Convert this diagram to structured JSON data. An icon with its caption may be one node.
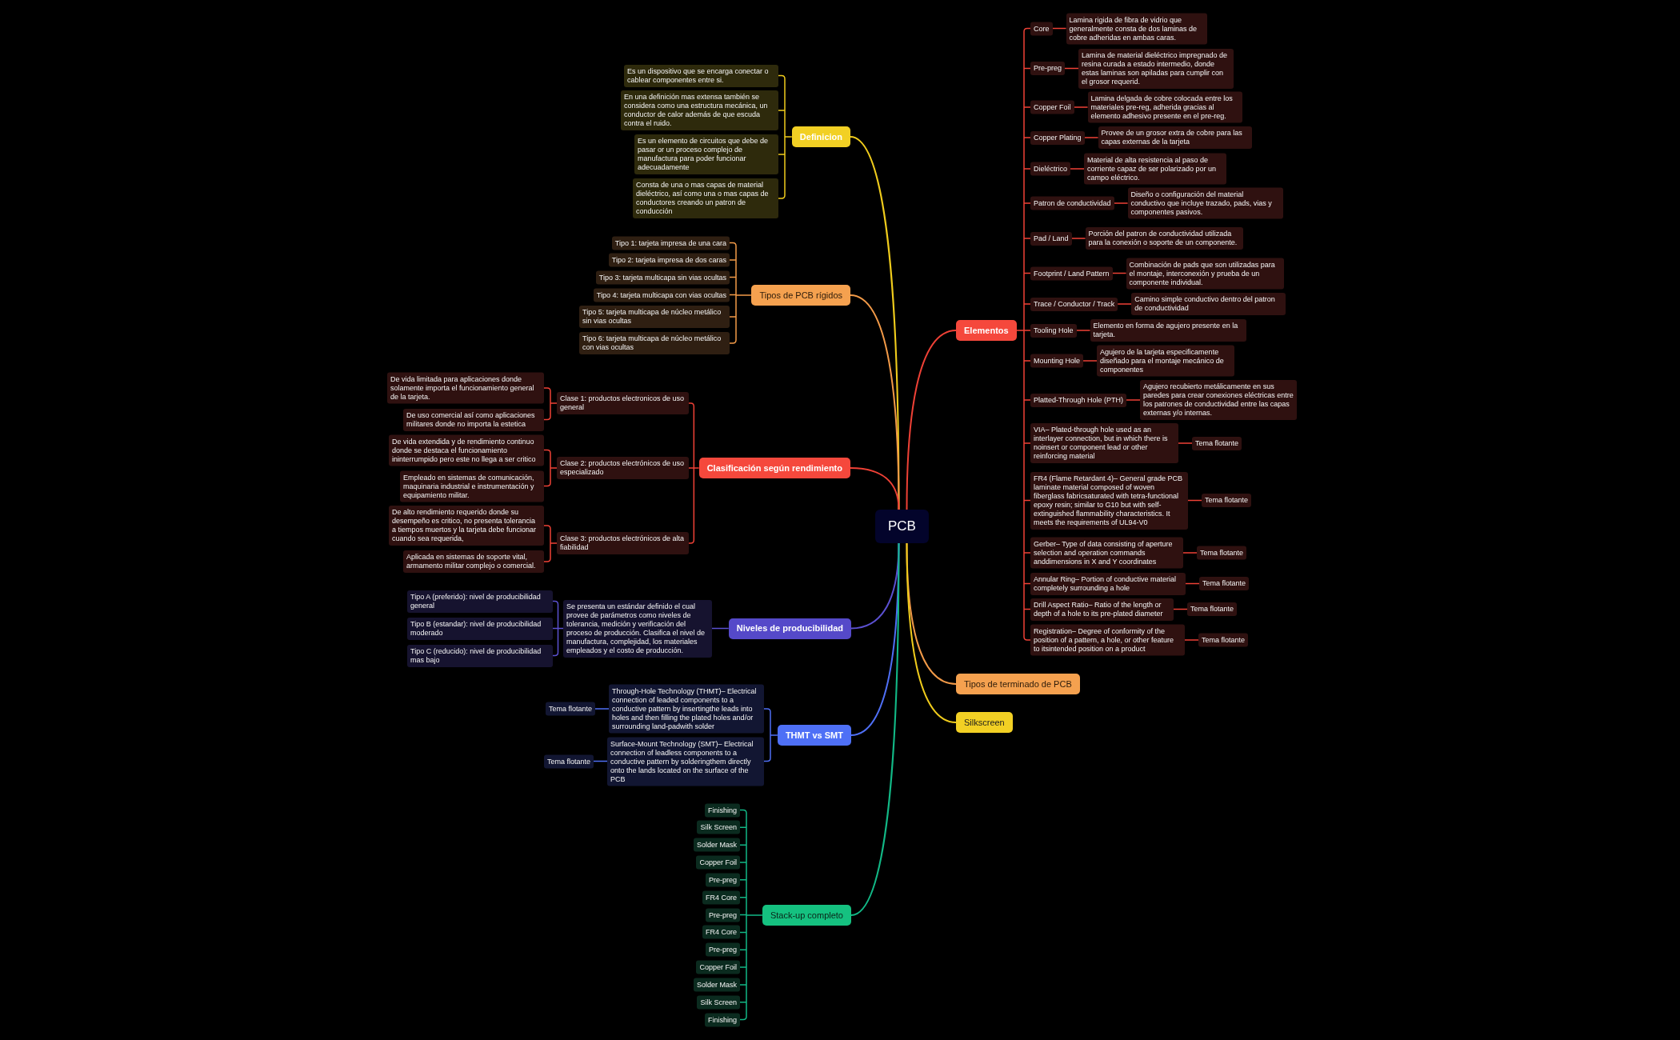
{
  "diagram": {
    "nodes": [
      {
        "text": [
          "PCB"
        ]
      },
      {
        "text": [
          "Definicion"
        ]
      },
      {
        "text": [
          "Es un dispositivo que se encarga conectar o cablear componentes entre si."
        ]
      },
      {
        "text": [
          "En una definición mas extensa también se considera como una estructura mecánica, un conductor de calor además de que escuda contra el ruido."
        ]
      },
      {
        "text": [
          "Es un elemento de circuitos que debe de pasar or un proceso complejo de manufactura para poder funcionar adecuadamente"
        ]
      },
      {
        "text": [
          "Consta de una o mas capas de material dieléctrico, así como una o mas capas de conductores creando un patron de conducción"
        ]
      },
      {
        "text": [
          "Tipos de PCB rígidos"
        ]
      },
      {
        "text": [
          "Tipo 1: tarjeta impresa de una cara"
        ]
      },
      {
        "text": [
          "Tipo 2: tarjeta impresa de dos caras"
        ]
      },
      {
        "text": [
          "Tipo 3: tarjeta multicapa sin vias ocultas"
        ]
      },
      {
        "text": [
          "Tipo 4: tarjeta multicapa con vias ocultas"
        ]
      },
      {
        "text": [
          "Tipo 5: tarjeta multicapa de núcleo metálico sin vias ocultas"
        ]
      },
      {
        "text": [
          "Tipo 6: tarjeta multicapa de núcleo metálico con vias ocultas"
        ]
      },
      {
        "text": [
          "Clasificación según rendimiento"
        ]
      },
      {
        "text": [
          "Clase 1: productos electronicos de uso general"
        ]
      },
      {
        "text": [
          "De vida limitada para aplicaciones donde solamente importa el funcionamiento general de la tarjeta."
        ]
      },
      {
        "text": [
          "De uso comercial así como aplicaciones militares donde no importa la estetica"
        ]
      },
      {
        "text": [
          "Clase 2: productos electrónicos de uso especializado"
        ]
      },
      {
        "text": [
          "De vida extendida y de rendimiento continuo donde se destaca el funcionamiento ininterrumpido pero este no llega a ser critico"
        ]
      },
      {
        "text": [
          "Empleado en sistemas de comunicación, maquinaria industrial e instrumentación y equipamiento militar."
        ]
      },
      {
        "text": [
          "Clase 3: productos electrónicos de alta fiabilidad"
        ]
      },
      {
        "text": [
          "De alto rendimiento requerido donde su desempeño es critico, no presenta tolerancia a tiempos muertos y la tarjeta debe funcionar cuando sea requerida,"
        ]
      },
      {
        "text": [
          "Aplicada en sistemas de soporte vital, armamento militar complejo o comercial."
        ]
      },
      {
        "text": [
          "Niveles de producibilidad"
        ]
      },
      {
        "text": [
          "Se presenta un estándar definido el cual provee de parámetros como niveles de tolerancia, medición y verificación del proceso de producción. Clasifica el nivel de manufactura, complejidad, los materiales empleados y el costo de producción."
        ]
      },
      {
        "text": [
          "Tipo A (preferido): nivel de producibilidad general"
        ]
      },
      {
        "text": [
          "Tipo B (estandar): nivel de producibilidad moderado"
        ]
      },
      {
        "text": [
          "Tipo C (reducido): nivel de producibilidad mas bajo"
        ]
      },
      {
        "text": [
          "THMT vs SMT"
        ]
      },
      {
        "text": [
          "Through-Hole Technology (THMT)– Electrical connection of leaded components to a conductive pattern by insertingthe leads into holes and then filling the plated holes and/or surrounding land-padwith solder"
        ]
      },
      {
        "text": [
          "Tema flotante"
        ]
      },
      {
        "text": [
          "Surface-Mount Technology (SMT)– Electrical connection of leadless components to a conductive pattern by solderingthem directly onto the lands located on the surface of the PCB"
        ]
      },
      {
        "text": [
          "Tema flotante"
        ]
      },
      {
        "text": [
          "Stack-up completo"
        ]
      },
      {
        "text": [
          "Finishing"
        ]
      },
      {
        "text": [
          "Silk Screen"
        ]
      },
      {
        "text": [
          "Solder Mask"
        ]
      },
      {
        "text": [
          "Copper Foil"
        ]
      },
      {
        "text": [
          "Pre-preg"
        ]
      },
      {
        "text": [
          "FR4 Core"
        ]
      },
      {
        "text": [
          "Pre-preg"
        ]
      },
      {
        "text": [
          "FR4 Core"
        ]
      },
      {
        "text": [
          "Pre-preg"
        ]
      },
      {
        "text": [
          "Copper Foil"
        ]
      },
      {
        "text": [
          "Solder Mask"
        ]
      },
      {
        "text": [
          "Silk Screen"
        ]
      },
      {
        "text": [
          "Finishing"
        ]
      },
      {
        "text": [
          "Elementos"
        ]
      },
      {
        "text": [
          "Core"
        ]
      },
      {
        "text": [
          "Lamina rigida de fibra de vidrio que generalmente consta de dos laminas de cobre adheridas en ambas caras."
        ]
      },
      {
        "text": [
          "Pre-preg"
        ]
      },
      {
        "text": [
          "Lamina de material dieléctrico impregnado de resina curada a estado intermedio, donde estas laminas son apiladas para cumplir con el grosor requerid."
        ]
      },
      {
        "text": [
          "Copper Foil"
        ]
      },
      {
        "text": [
          "Lamina delgada de cobre colocada entre los materiales pre-reg, adherida gracias al elemento adhesivo presente en el pre-reg."
        ]
      },
      {
        "text": [
          "Copper Plating"
        ]
      },
      {
        "text": [
          "Provee de un grosor extra de cobre para las capas externas de la tarjeta"
        ]
      },
      {
        "text": [
          "Dieléctrico"
        ]
      },
      {
        "text": [
          "Material de alta resistencia al paso de corriente capaz de ser polarizado por un campo eléctrico."
        ]
      },
      {
        "text": [
          "Patron de conductividad"
        ]
      },
      {
        "text": [
          "Diseño o configuración del material conductivo que incluye trazado, pads, vias y componentes pasivos."
        ]
      },
      {
        "text": [
          "Pad / Land"
        ]
      },
      {
        "text": [
          "Porción del patron de conductividad utilizada para la conexión o soporte de un componente."
        ]
      },
      {
        "text": [
          "Footprint / Land Pattern"
        ]
      },
      {
        "text": [
          "Combinación de pads que son utilizadas para el montaje, interconexión y prueba de un componente individual."
        ]
      },
      {
        "text": [
          "Trace / Conductor / Track"
        ]
      },
      {
        "text": [
          "Camino simple conductivo dentro del patron de conductividad"
        ]
      },
      {
        "text": [
          "Tooling Hole"
        ]
      },
      {
        "text": [
          "Elemento en forma de agujero presente en la tarjeta."
        ]
      },
      {
        "text": [
          "Mounting Hole"
        ]
      },
      {
        "text": [
          "Agujero de la tarjeta especificamente diseñado para el montaje mecánico de componentes"
        ]
      },
      {
        "text": [
          "Platted-Through Hole (PTH)"
        ]
      },
      {
        "text": [
          "Agujero recubierto metálicamente en sus paredes para crear conexiones eléctricas entre los patrones de conductividad entre las capas externas y/o internas."
        ]
      },
      {
        "text": [
          "VIA– Plated-through hole used as an interlayer connection, but in which there is noinsert or component lead or other reinforcing material"
        ]
      },
      {
        "text": [
          "Tema flotante"
        ]
      },
      {
        "text": [
          "FR4 (Flame Retardant 4)– General grade PCB laminate material composed of woven fiberglass fabricsaturated with tetra-functional epoxy resin; similar to G10 but with self-extinguished flammability characteristics. It meets the requirements of UL94-V0"
        ]
      },
      {
        "text": [
          "Tema flotante"
        ]
      },
      {
        "text": [
          "Gerber– Type of data consisting of aperture selection and operation commands anddimensions in X and Y coordinates"
        ]
      },
      {
        "text": [
          "Tema flotante"
        ]
      },
      {
        "text": [
          "Annular Ring– Portion of conductive material completely surrounding a hole"
        ]
      },
      {
        "text": [
          "Tema flotante"
        ]
      },
      {
        "text": [
          "Drill Aspect Ratio– Ratio of the length or depth of a hole to its pre-plated diameter"
        ]
      },
      {
        "text": [
          "Tema flotante"
        ]
      },
      {
        "text": [
          "Registration– Degree of conformity of the position of a pattern, a hole, or other feature to itsintended position on a product"
        ]
      },
      {
        "text": [
          "Tema flotante"
        ]
      },
      {
        "text": [
          "Tipos de terminado de PCB"
        ]
      },
      {
        "text": [
          "Silkscreen"
        ]
      }
    ],
    "edges": [
      {
        "from": 0,
        "to": 1,
        "arrow": "none",
        "color": "#f0cc1c"
      },
      {
        "from": 0,
        "to": 6,
        "arrow": "none",
        "color": "#f29a48"
      },
      {
        "from": 0,
        "to": 13,
        "arrow": "none"
      },
      {
        "from": 0,
        "to": 23,
        "arrow": "none",
        "color": "#5b50d0"
      },
      {
        "from": 0,
        "to": 28,
        "arrow": "none",
        "color": "#4f6ff5"
      },
      {
        "from": 0,
        "to": 33,
        "arrow": "none",
        "color": "#12b886"
      },
      {
        "from": 0,
        "to": 47,
        "arrow": "none"
      },
      {
        "from": 0,
        "to": 84,
        "arrow": "none",
        "color": "#f29a48"
      },
      {
        "from": 0,
        "to": 85,
        "arrow": "none",
        "color": "#f0cc1c"
      },
      {
        "from": 1,
        "to": 2,
        "arrow": "none",
        "color": "#f0cc1c"
      },
      {
        "from": 1,
        "to": 3,
        "arrow": "none",
        "color": "#f0cc1c"
      },
      {
        "from": 1,
        "to": 4,
        "arrow": "none",
        "color": "#f0cc1c"
      },
      {
        "from": 1,
        "to": 5,
        "arrow": "none",
        "color": "#f0cc1c"
      },
      {
        "from": 6,
        "to": 7,
        "arrow": "none",
        "color": "#f29a48"
      },
      {
        "from": 6,
        "to": 8,
        "arrow": "none",
        "color": "#f29a48"
      },
      {
        "from": 6,
        "to": 9,
        "arrow": "none",
        "color": "#f29a48"
      },
      {
        "from": 6,
        "to": 10,
        "arrow": "none",
        "color": "#f29a48"
      },
      {
        "from": 6,
        "to": 11,
        "arrow": "none",
        "color": "#f29a48"
      },
      {
        "from": 6,
        "to": 12,
        "arrow": "none",
        "color": "#f29a48"
      },
      {
        "from": 13,
        "to": 14,
        "arrow": "none"
      },
      {
        "from": 13,
        "to": 17,
        "arrow": "none"
      },
      {
        "from": 13,
        "to": 20,
        "arrow": "none"
      },
      {
        "from": 14,
        "to": 15,
        "arrow": "none"
      },
      {
        "from": 14,
        "to": 16,
        "arrow": "none"
      },
      {
        "from": 17,
        "to": 18,
        "arrow": "none"
      },
      {
        "from": 17,
        "to": 19,
        "arrow": "none"
      },
      {
        "from": 20,
        "to": 21,
        "arrow": "none"
      },
      {
        "from": 20,
        "to": 22,
        "arrow": "none"
      },
      {
        "from": 23,
        "to": 24,
        "arrow": "none",
        "color": "#5b50d0"
      },
      {
        "from": 24,
        "to": 25,
        "arrow": "none",
        "color": "#5b50d0"
      },
      {
        "from": 24,
        "to": 26,
        "arrow": "none",
        "color": "#5b50d0"
      },
      {
        "from": 24,
        "to": 27,
        "arrow": "none",
        "color": "#5b50d0"
      },
      {
        "from": 28,
        "to": 29,
        "arrow": "none",
        "color": "#4f6ff5"
      },
      {
        "from": 28,
        "to": 31,
        "arrow": "none",
        "color": "#4f6ff5"
      },
      {
        "from": 29,
        "to": 30,
        "arrow": "none",
        "color": "#4f6ff5"
      },
      {
        "from": 31,
        "to": 32,
        "arrow": "none",
        "color": "#4f6ff5"
      },
      {
        "from": 33,
        "to": 34,
        "arrow": "none",
        "color": "#12b886"
      },
      {
        "from": 33,
        "to": 35,
        "arrow": "none",
        "color": "#12b886"
      },
      {
        "from": 33,
        "to": 36,
        "arrow": "none",
        "color": "#12b886"
      },
      {
        "from": 33,
        "to": 37,
        "arrow": "none",
        "color": "#12b886"
      },
      {
        "from": 33,
        "to": 38,
        "arrow": "none",
        "color": "#12b886"
      },
      {
        "from": 33,
        "to": 39,
        "arrow": "none",
        "color": "#12b886"
      },
      {
        "from": 33,
        "to": 40,
        "arrow": "none",
        "color": "#12b886"
      },
      {
        "from": 33,
        "to": 41,
        "arrow": "none",
        "color": "#12b886"
      },
      {
        "from": 33,
        "to": 42,
        "arrow": "none",
        "color": "#12b886"
      },
      {
        "from": 33,
        "to": 43,
        "arrow": "none",
        "color": "#12b886"
      },
      {
        "from": 33,
        "to": 44,
        "arrow": "none",
        "color": "#12b886"
      },
      {
        "from": 33,
        "to": 45,
        "arrow": "none",
        "color": "#12b886"
      },
      {
        "from": 33,
        "to": 46,
        "arrow": "none",
        "color": "#12b886"
      },
      {
        "from": 47,
        "to": 48,
        "arrow": "none"
      },
      {
        "from": 48,
        "to": 49,
        "arrow": "none"
      },
      {
        "from": 47,
        "to": 50,
        "arrow": "none"
      },
      {
        "from": 50,
        "to": 51,
        "arrow": "none"
      },
      {
        "from": 47,
        "to": 52,
        "arrow": "none"
      },
      {
        "from": 52,
        "to": 53,
        "arrow": "none"
      },
      {
        "from": 47,
        "to": 54,
        "arrow": "none"
      },
      {
        "from": 54,
        "to": 55,
        "arrow": "none"
      },
      {
        "from": 47,
        "to": 56,
        "arrow": "none"
      },
      {
        "from": 56,
        "to": 57,
        "arrow": "none"
      },
      {
        "from": 47,
        "to": 58,
        "arrow": "none"
      },
      {
        "from": 58,
        "to": 59,
        "arrow": "none"
      },
      {
        "from": 47,
        "to": 60,
        "arrow": "none"
      },
      {
        "from": 60,
        "to": 61,
        "arrow": "none"
      },
      {
        "from": 47,
        "to": 62,
        "arrow": "none"
      },
      {
        "from": 62,
        "to": 63,
        "arrow": "none"
      },
      {
        "from": 47,
        "to": 64,
        "arrow": "none"
      },
      {
        "from": 64,
        "to": 65,
        "arrow": "none"
      },
      {
        "from": 47,
        "to": 66,
        "arrow": "none"
      },
      {
        "from": 66,
        "to": 67,
        "arrow": "none"
      },
      {
        "from": 47,
        "to": 68,
        "arrow": "none"
      },
      {
        "from": 68,
        "to": 69,
        "arrow": "none"
      },
      {
        "from": 47,
        "to": 70,
        "arrow": "none"
      },
      {
        "from": 70,
        "to": 71,
        "arrow": "none"
      },
      {
        "from": 47,
        "to": 72,
        "arrow": "none"
      },
      {
        "from": 72,
        "to": 73,
        "arrow": "none"
      },
      {
        "from": 47,
        "to": 74,
        "arrow": "none"
      },
      {
        "from": 74,
        "to": 75,
        "arrow": "none"
      },
      {
        "from": 47,
        "to": 76,
        "arrow": "none"
      },
      {
        "from": 76,
        "to": 77,
        "arrow": "none"
      },
      {
        "from": 47,
        "to": 78,
        "arrow": "none"
      },
      {
        "from": 78,
        "to": 79,
        "arrow": "none"
      },
      {
        "from": 47,
        "to": 80,
        "arrow": "none"
      },
      {
        "from": 80,
        "to": 81,
        "arrow": "none"
      },
      {
        "from": 47,
        "to": 82,
        "arrow": "none"
      },
      {
        "from": 82,
        "to": 83,
        "arrow": "none"
      }
    ]
  }
}
